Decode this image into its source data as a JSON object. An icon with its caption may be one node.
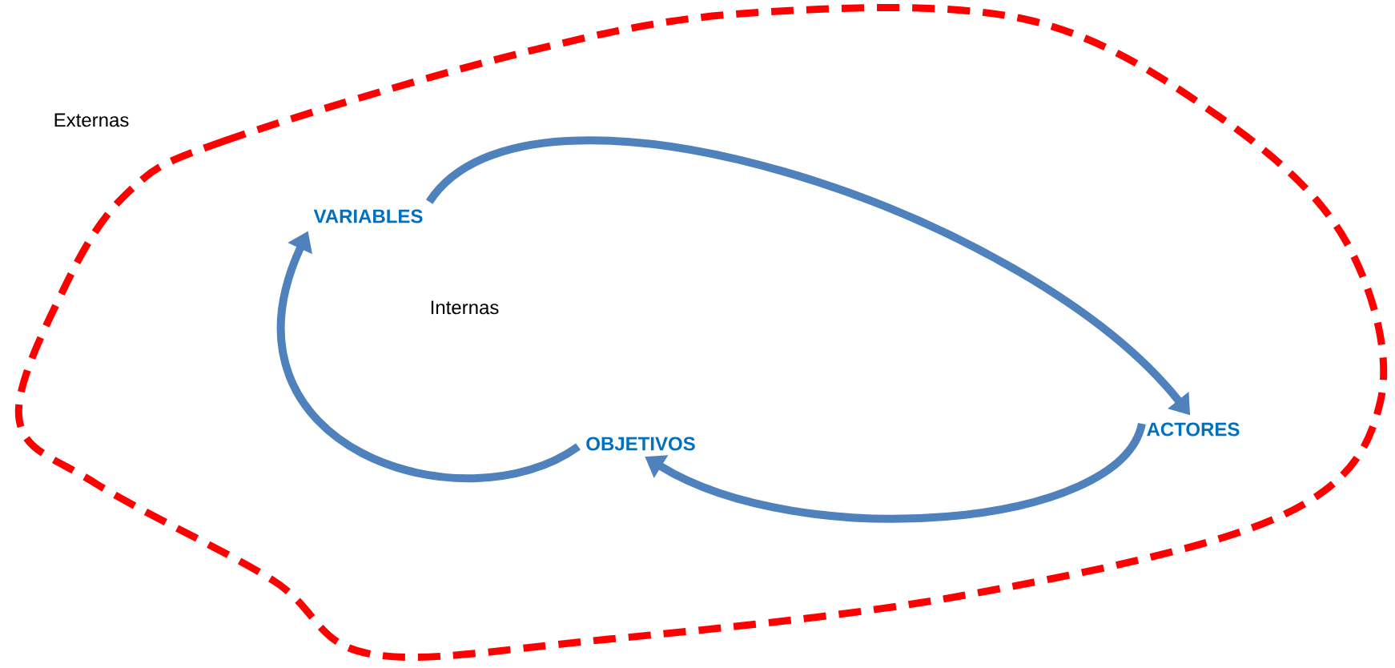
{
  "diagram": {
    "nodes": [
      {
        "text": [
          "VARIABLES"
        ]
      },
      {
        "text": [
          "ACTORES"
        ]
      },
      {
        "text": [
          "OBJETIVOS"
        ]
      }
    ],
    "edges": [
      {
        "from": 0,
        "to": 1,
        "arrow": "to"
      },
      {
        "from": 1,
        "to": 2,
        "arrow": "to"
      },
      {
        "from": 2,
        "to": 0,
        "arrow": "to"
      }
    ],
    "labels": [
      "Externas",
      "Internas"
    ]
  }
}
